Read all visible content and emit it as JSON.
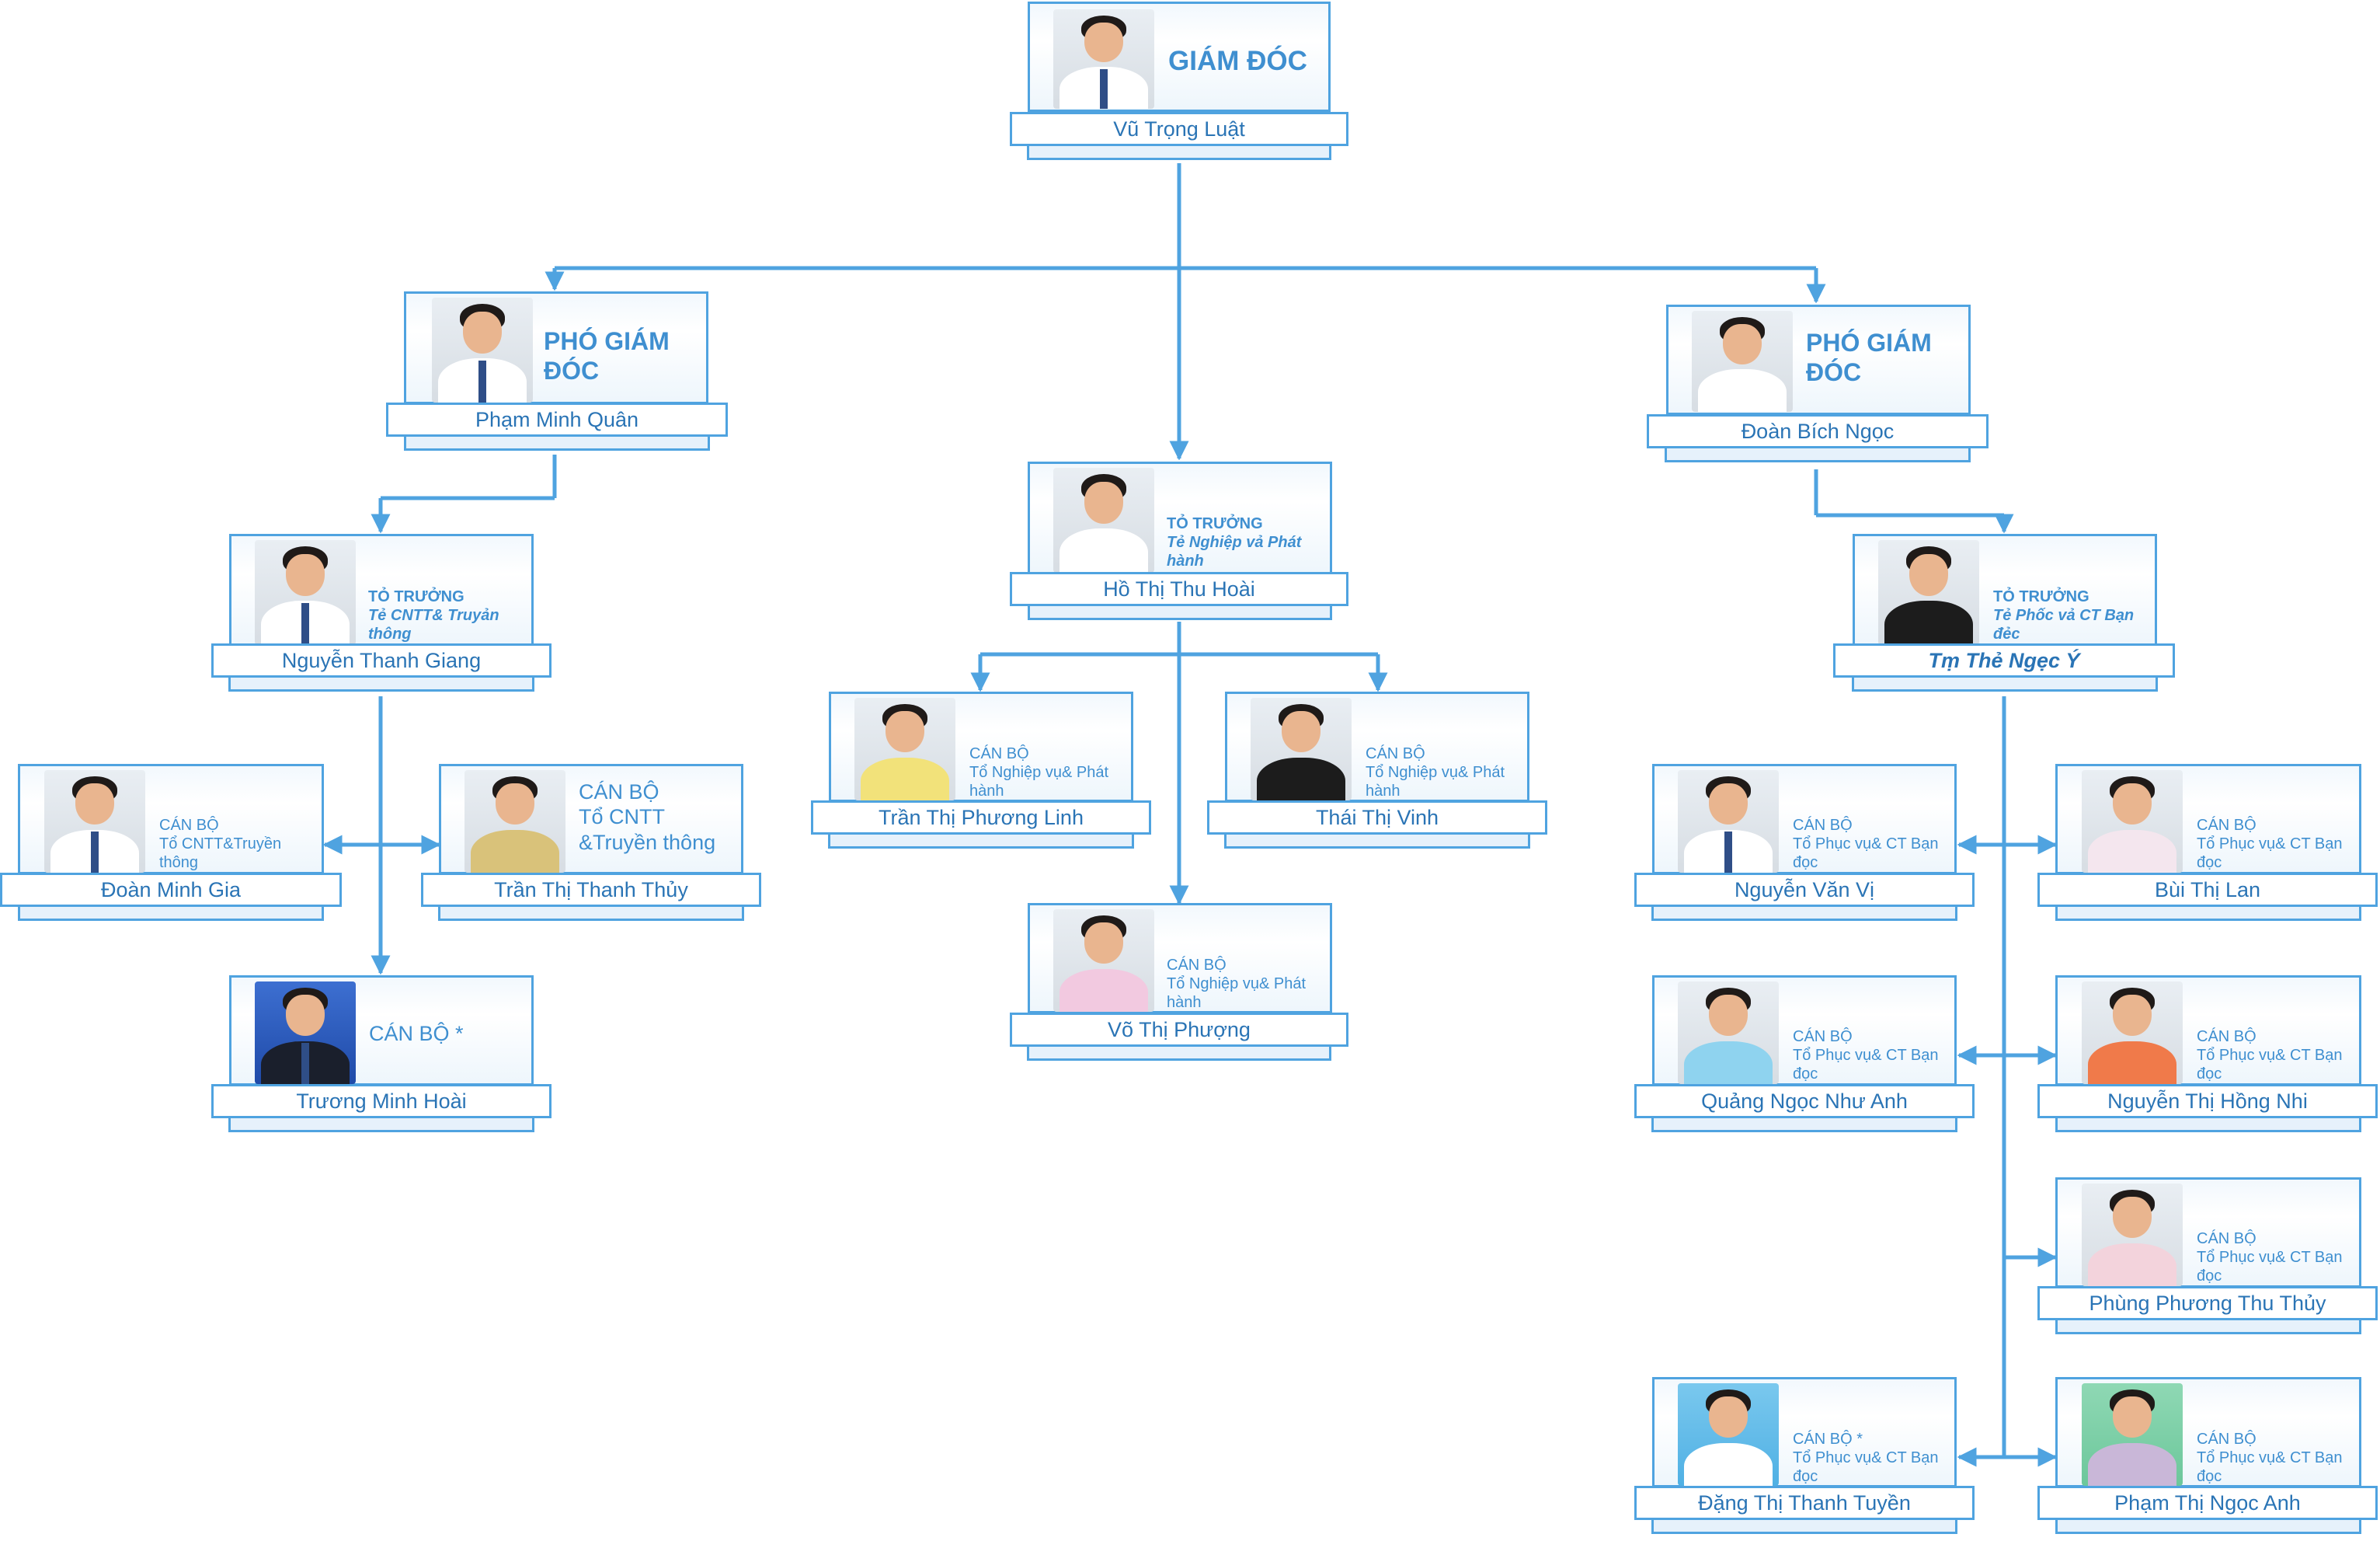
{
  "colors": {
    "accent": "#4fa3e0",
    "text": "#2a74b5",
    "title": "#3f8fd0"
  },
  "director": {
    "title": "GIÁM ĐÓC",
    "name": "Vũ Trọng Luật"
  },
  "deputy_left": {
    "title": "PHÓ GIÁM ĐÓC",
    "name": "Phạm Minh Quân"
  },
  "deputy_right": {
    "title": "PHÓ GIÁM ĐÓC",
    "name": "Đoàn Bích Ngọc"
  },
  "head_it": {
    "role": "TỎ TRƯỞNG",
    "dept": "Tẻ CNTT& Truyản thông",
    "name": "Nguyễn Thanh Giang"
  },
  "head_ops": {
    "role": "TỎ TRƯỞNG",
    "dept": "Tẻ Nghiệp vả Phát hành",
    "name": "Hồ Thị Thu Hoài"
  },
  "head_reader": {
    "role": "TỎ TRƯỞNG",
    "dept": "Tẻ Phốc vả CT Bạn đẻc",
    "name": "Tṃ Thẻ Ngẹc Ý"
  },
  "staff_doan_minh_gia": {
    "role": "CÁN BỘ",
    "dept": "Tổ CNTT&Truyền thông",
    "name": "Đoàn Minh Gia"
  },
  "staff_tran_thi_thanh_thuy": {
    "role": "CÁN BỘ",
    "dept": "Tổ CNTT &Truyền thông",
    "name": "Trần Thị Thanh Thủy"
  },
  "staff_truong_minh_hoai": {
    "role": "CÁN BỘ *",
    "name": "Trương Minh Hoài"
  },
  "staff_tran_thi_phuong_linh": {
    "role": "CÁN BỘ",
    "dept": "Tổ Nghiệp vụ& Phát hành",
    "name": "Trần Thị Phương Linh"
  },
  "staff_thai_thi_vinh": {
    "role": "CÁN BỘ",
    "dept": "Tổ Nghiệp vụ& Phát hành",
    "name": "Thái Thị Vinh"
  },
  "staff_vo_thi_phuong": {
    "role": "CÁN BỘ",
    "dept": "Tổ Nghiệp vụ& Phát hành",
    "name": "Võ Thị Phượng"
  },
  "staff_nguyen_van_vi": {
    "role": "CÁN BỘ",
    "dept": "Tổ Phục vụ& CT Bạn đọc",
    "name": "Nguyễn Văn Vị"
  },
  "staff_bui_thi_lan": {
    "role": "CÁN BỘ",
    "dept": "Tổ Phục vụ& CT Bạn đọc",
    "name": "Bùi Thị Lan"
  },
  "staff_quang_ngoc_nhu_anh": {
    "role": "CÁN BỘ",
    "dept": "Tổ Phục vụ& CT Bạn đọc",
    "name": "Quảng Ngọc Như Anh"
  },
  "staff_nguyen_thi_hong_nhi": {
    "role": "CÁN BỘ",
    "dept": "Tổ Phục vụ& CT Bạn đọc",
    "name": "Nguyễn Thị Hồng Nhi"
  },
  "staff_phung_phuong_thu_thuy": {
    "role": "CÁN BỘ",
    "dept": "Tổ Phục vụ& CT Bạn đọc",
    "name": "Phùng Phương Thu Thủy"
  },
  "staff_dang_thi_thanh_tuyen": {
    "role": "CÁN BỘ *",
    "dept": "Tổ Phục vụ& CT Bạn đọc",
    "name": "Đặng Thị Thanh Tuyền"
  },
  "staff_pham_thi_ngoc_anh": {
    "role": "CÁN BỘ",
    "dept": "Tổ Phục vụ& CT Bạn đọc",
    "name": "Phạm Thị Ngọc Anh"
  }
}
